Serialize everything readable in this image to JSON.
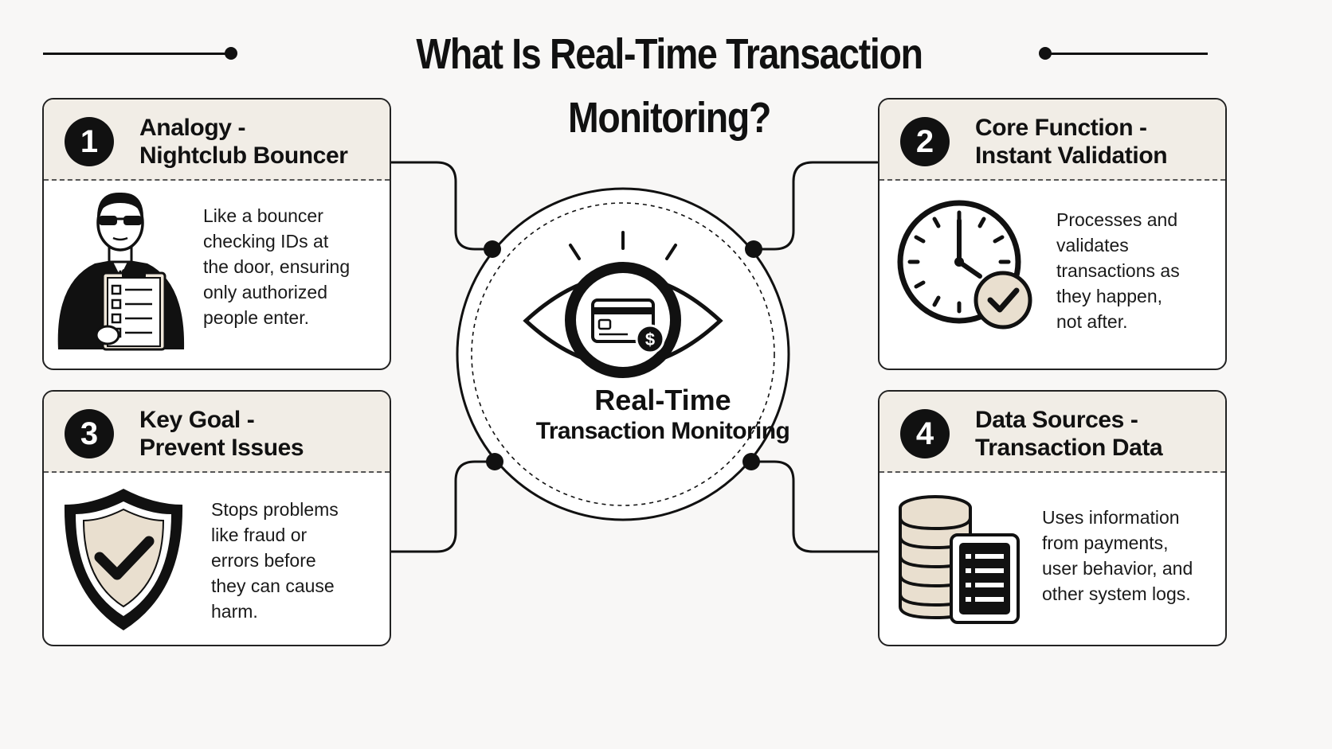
{
  "title": "What Is Real-Time Transaction Monitoring?",
  "center": {
    "label_line1": "Real-Time",
    "label_line2": "Transaction Monitoring",
    "icon": "eye-with-credit-card-icon"
  },
  "cards": [
    {
      "number": "1",
      "title_line1": "Analogy -",
      "title_line2": "Nightclub Bouncer",
      "icon": "bouncer-with-clipboard-icon",
      "text_lines": [
        "Like a bouncer",
        "checking IDs at",
        "the door, ensuring",
        "only authorized",
        "people enter."
      ]
    },
    {
      "number": "2",
      "title_line1": "Core Function -",
      "title_line2": "Instant Validation",
      "icon": "clock-with-check-icon",
      "text_lines": [
        "Processes and",
        "validates",
        "transactions as",
        "they happen,",
        "not after."
      ]
    },
    {
      "number": "3",
      "title_line1": "Key Goal -",
      "title_line2": "Prevent Issues",
      "icon": "shield-check-icon",
      "text_lines": [
        "Stops problems",
        "like fraud or",
        "errors before",
        "they can cause",
        "harm."
      ]
    },
    {
      "number": "4",
      "title_line1": "Data Sources -",
      "title_line2": "Transaction Data",
      "icon": "database-document-icon",
      "text_lines": [
        "Uses information",
        "from payments,",
        "user behavior, and",
        "other system logs."
      ]
    }
  ],
  "colors": {
    "background": "#f8f7f6",
    "card_header": "#f1ede6",
    "accent_beige": "#e9dfcf",
    "ink": "#111111"
  }
}
